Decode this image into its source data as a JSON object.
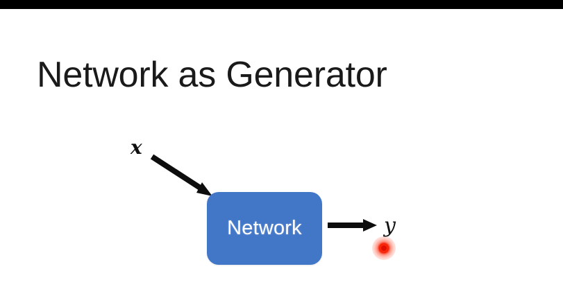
{
  "slide": {
    "title": "Network as Generator",
    "background_color": "#ffffff",
    "letterbox_color": "#000000"
  },
  "diagram": {
    "input_label": "x",
    "output_label": "y",
    "block": {
      "label": "Network",
      "fill_color": "#4277c8",
      "text_color": "#ffffff"
    },
    "arrows": [
      {
        "name": "input-arrow",
        "from": "x",
        "to": "Network",
        "direction": "diagonal-down-right"
      },
      {
        "name": "output-arrow",
        "from": "Network",
        "to": "y",
        "direction": "right"
      }
    ]
  },
  "pointer": {
    "type": "laser-pointer-dot",
    "color": "#e00f00",
    "glow_color": "#ff3b16"
  },
  "icons": {
    "arrow_head": "arrow-head-icon",
    "laser": "laser-dot-icon"
  }
}
